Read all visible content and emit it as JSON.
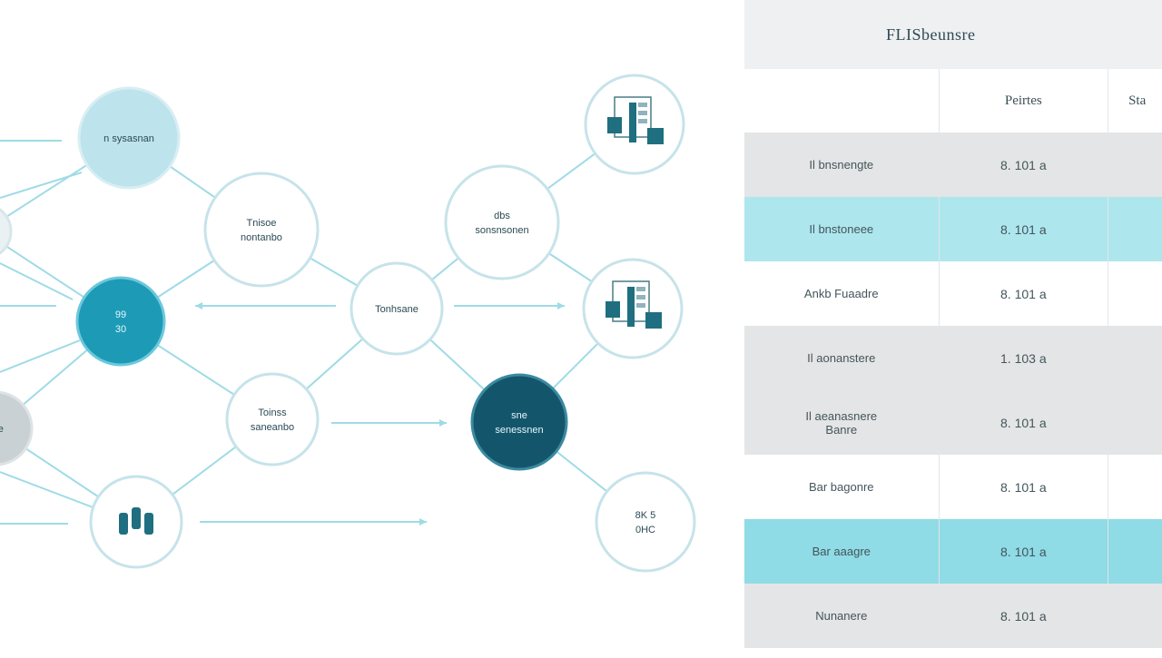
{
  "diagram": {
    "nodes": [
      {
        "id": "n1",
        "label": "n sysasnan",
        "style": "light"
      },
      {
        "id": "n2",
        "label": "",
        "style": "faint"
      },
      {
        "id": "n3",
        "label": "Tnisoe\nnontanbo",
        "style": "outline"
      },
      {
        "id": "n4",
        "label": "99\n30",
        "style": "accent"
      },
      {
        "id": "n5",
        "label": "ase",
        "style": "gray"
      },
      {
        "id": "n6",
        "label": "Toinss\nsaneanbo",
        "style": "outline"
      },
      {
        "id": "n7",
        "label": "",
        "style": "icon-people"
      },
      {
        "id": "n8",
        "label": "Tonhsane",
        "style": "outline"
      },
      {
        "id": "n9",
        "label": "dbs\nsonsnsonen",
        "style": "outline"
      },
      {
        "id": "n10",
        "label": "",
        "style": "icon-building"
      },
      {
        "id": "n11",
        "label": "",
        "style": "icon-building"
      },
      {
        "id": "n12",
        "label": "sne\nsenessnen",
        "style": "dark"
      },
      {
        "id": "n13",
        "label": "8K 5\n0HC",
        "style": "outline"
      }
    ]
  },
  "table": {
    "title": "FLISbeunsre",
    "headers": [
      "",
      "Peirtes",
      "Sta"
    ],
    "rows": [
      {
        "name": "Il bnsnengte",
        "value": "8. 101",
        "extra": "a",
        "bg": "gray"
      },
      {
        "name": "Il bnstoneee",
        "value": "8. 101",
        "extra": "a",
        "bg": "cyan"
      },
      {
        "name": "Ankb Fuaadre",
        "value": "8. 101",
        "extra": "a",
        "bg": "white"
      },
      {
        "name": "Il aonanstere",
        "value": "1. 103",
        "extra": "a",
        "bg": "gray"
      },
      {
        "name": "Il aeanasnere\nBanre",
        "value": "8. 101",
        "extra": "a",
        "bg": "gray"
      },
      {
        "name": "Bar bagonre",
        "value": "8. 101",
        "extra": "a",
        "bg": "white"
      },
      {
        "name": "Bar aaagre",
        "value": "8. 101",
        "extra": "a",
        "bg": "cyan2"
      },
      {
        "name": "Nunanere",
        "value": "8. 101",
        "extra": "a",
        "bg": "gray"
      }
    ]
  },
  "colors": {
    "edge": "#9fdbe6",
    "accent": "#1d9ab6",
    "dark": "#13566b",
    "light_node": "#bde3ec",
    "row_cyan": "#aee6ee"
  }
}
